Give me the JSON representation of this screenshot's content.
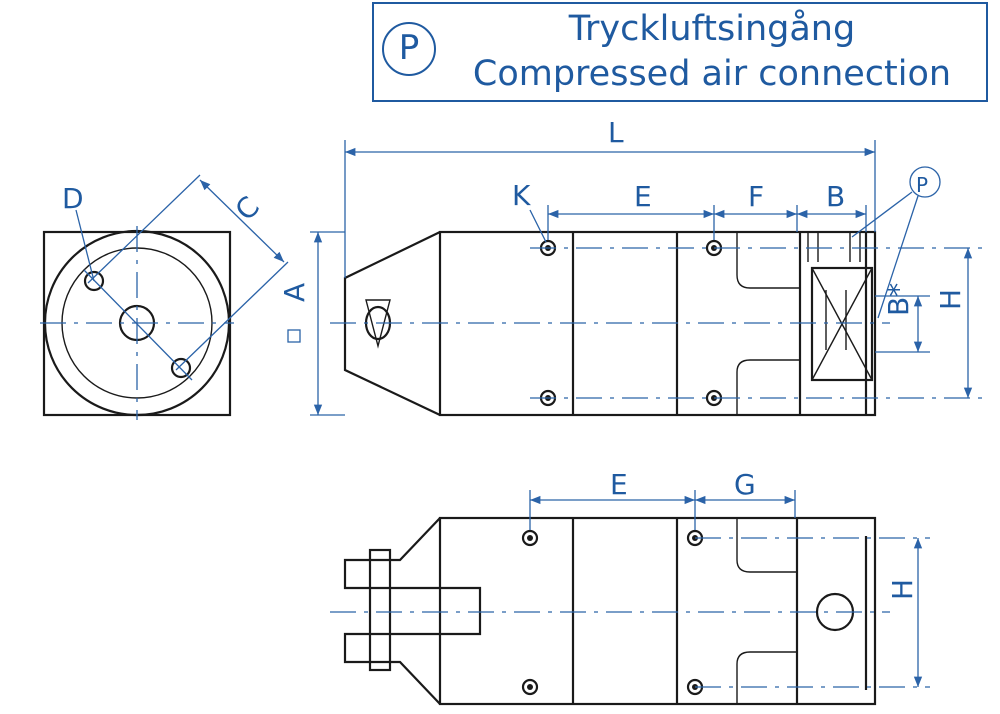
{
  "legend": {
    "symbol": "P",
    "line1": "Tryckluftsingång",
    "line2": "Compressed air connection"
  },
  "labels": {
    "D": "D",
    "C": "C",
    "A": "A",
    "L": "L",
    "K": "K",
    "E": "E",
    "F": "F",
    "B": "B",
    "P": "P",
    "B_star": "B*",
    "H": "H",
    "E2": "E",
    "G": "G",
    "H2": "H"
  },
  "colors": {
    "dimension": "#2b63a8",
    "outline": "#1a1a1a",
    "legend": "#1f5aa0"
  }
}
